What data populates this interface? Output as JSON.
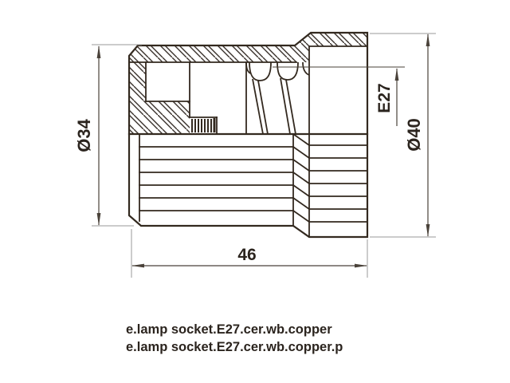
{
  "drawing": {
    "title": "lamp socket technical drawing",
    "background_color": "#ffffff",
    "ink_color": "#33291f",
    "dim_line_color": "#4a423a",
    "extension_line_color": "#9a9a98",
    "dimensions": {
      "diameter_left": "Ø34",
      "diameter_right": "Ø40",
      "thread_size": "E27",
      "length": "46"
    },
    "captions": {
      "line1": "e.lamp socket.E27.cer.wb.copper",
      "line2": "e.lamp socket.E27.cer.wb.copper.p"
    }
  }
}
